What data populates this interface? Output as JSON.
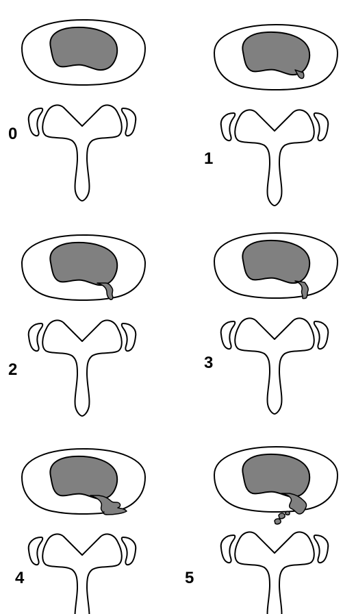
{
  "diagram": {
    "stages": [
      {
        "label": "0"
      },
      {
        "label": "1"
      },
      {
        "label": "2"
      },
      {
        "label": "3"
      },
      {
        "label": "4"
      },
      {
        "label": "5"
      }
    ]
  },
  "colors": {
    "outline": "#000000",
    "disc_fill": "#ffffff",
    "nucleus_fill": "#808080"
  }
}
